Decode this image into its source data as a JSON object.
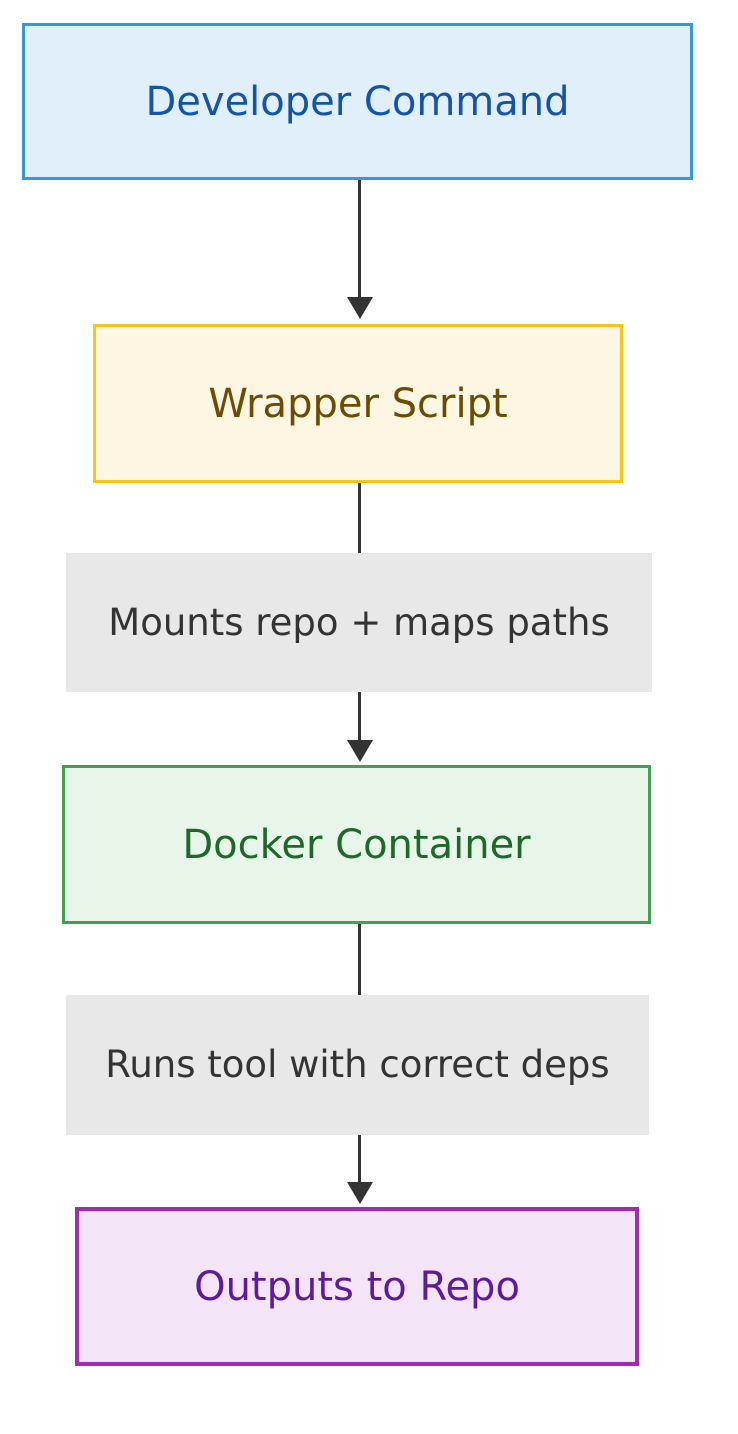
{
  "diagram": {
    "type": "flowchart",
    "direction": "top-to-bottom",
    "background_color": "#ffffff",
    "nodes": [
      {
        "id": "developer-command",
        "label": "Developer Command",
        "fill_color": "#e1effb",
        "border_color": "#3498db",
        "text_color": "#1455a8"
      },
      {
        "id": "wrapper-script",
        "label": "Wrapper Script",
        "fill_color": "#fdf6e3",
        "border_color": "#fcc419",
        "text_color": "#6b4c00"
      },
      {
        "id": "docker-container",
        "label": "Docker Container",
        "fill_color": "#e8f6ea",
        "border_color": "#42a056",
        "text_color": "#1d6a28"
      },
      {
        "id": "outputs-to-repo",
        "label": "Outputs to Repo",
        "fill_color": "#f4e4f7",
        "border_color": "#a32ab5",
        "text_color": "#5e1a9c"
      }
    ],
    "edges": [
      {
        "id": "edge-developer-to-wrapper",
        "from": "developer-command",
        "to": "wrapper-script",
        "label": "",
        "arrow": "solid-filled",
        "line_color": "#333333"
      },
      {
        "id": "edge-wrapper-to-docker",
        "from": "wrapper-script",
        "to": "docker-container",
        "label": "Mounts repo + maps paths",
        "arrow": "solid-filled",
        "line_color": "#333333",
        "label_background": "#e8e8e8",
        "label_text_color": "#333333"
      },
      {
        "id": "edge-docker-to-outputs",
        "from": "docker-container",
        "to": "outputs-to-repo",
        "label": "Runs tool with correct deps",
        "arrow": "solid-filled",
        "line_color": "#333333",
        "label_background": "#e8e8e8",
        "label_text_color": "#333333"
      }
    ]
  }
}
